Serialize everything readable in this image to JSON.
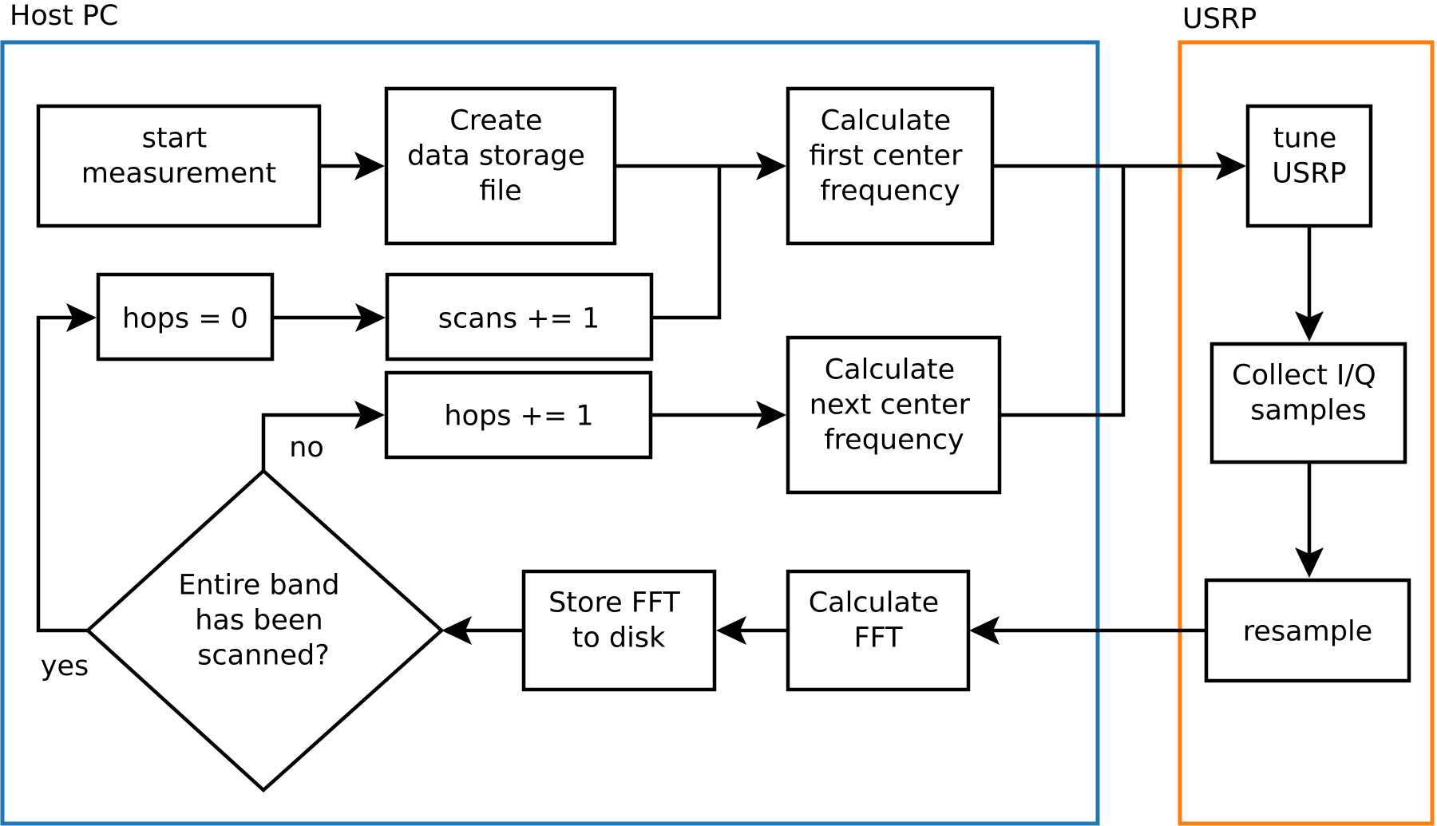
{
  "groups": {
    "host_pc": {
      "label": "Host PC",
      "color": "#1f77b4"
    },
    "usrp": {
      "label": "USRP",
      "color": "#ff7f0e"
    }
  },
  "nodes": {
    "start_measurement": [
      "start",
      "measurement"
    ],
    "create_file": [
      "Create",
      "data storage",
      "file"
    ],
    "calc_first": [
      "Calculate",
      "first center",
      "frequency"
    ],
    "hops_reset": [
      "hops = 0"
    ],
    "scans_inc": [
      "scans += 1"
    ],
    "hops_inc": [
      "hops += 1"
    ],
    "calc_next": [
      "Calculate",
      "next center",
      "frequency"
    ],
    "decision": [
      "Entire band",
      "has been",
      "scanned?"
    ],
    "store_fft": [
      "Store FFT",
      "to disk"
    ],
    "calc_fft": [
      "Calculate",
      "FFT"
    ],
    "tune_usrp": [
      "tune",
      "USRP"
    ],
    "collect_iq": [
      "Collect I/Q",
      "samples"
    ],
    "resample": [
      "resample"
    ]
  },
  "edge_labels": {
    "no": "no",
    "yes": "yes"
  },
  "colors": {
    "stroke": "#000000",
    "background": "#ffffff"
  }
}
